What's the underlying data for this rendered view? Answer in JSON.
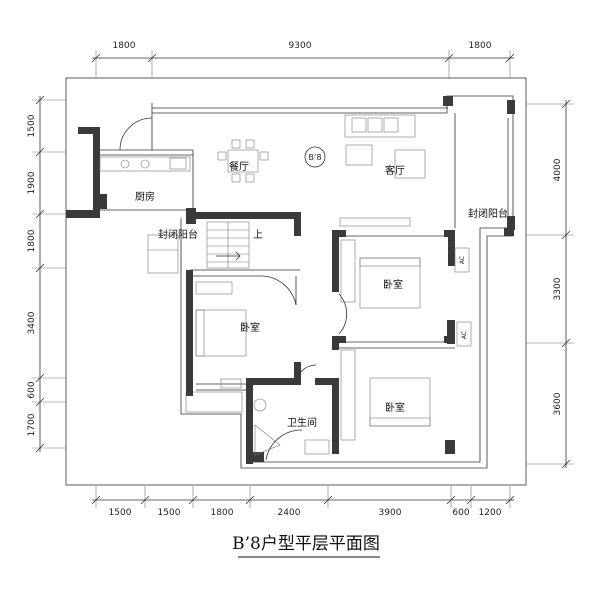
{
  "diagram": {
    "title": "B’8户型平层平面图",
    "unit_tag": "B’8",
    "top_dimensions": [
      "1800",
      "9300",
      "1800"
    ],
    "bottom_dimensions": [
      "1500",
      "1500",
      "1800",
      "2400",
      "3900",
      "600",
      "1200"
    ],
    "left_dimensions": [
      "1500",
      "1900",
      "1800",
      "3400",
      "600",
      "1700"
    ],
    "right_dimensions": [
      "4000",
      "3300",
      "3600"
    ],
    "rooms": {
      "living": "客厅",
      "dining": "餐厅",
      "kitchen": "厨房",
      "closed_balcony_left": "封闭阳台",
      "closed_balcony_right": "封闭阳台",
      "bedroom_1": "卧室",
      "bedroom_2": "卧室",
      "bedroom_3": "卧室",
      "bathroom": "卫生间",
      "stair_up": "上"
    },
    "ac_labels": [
      "AC",
      "AC"
    ]
  }
}
